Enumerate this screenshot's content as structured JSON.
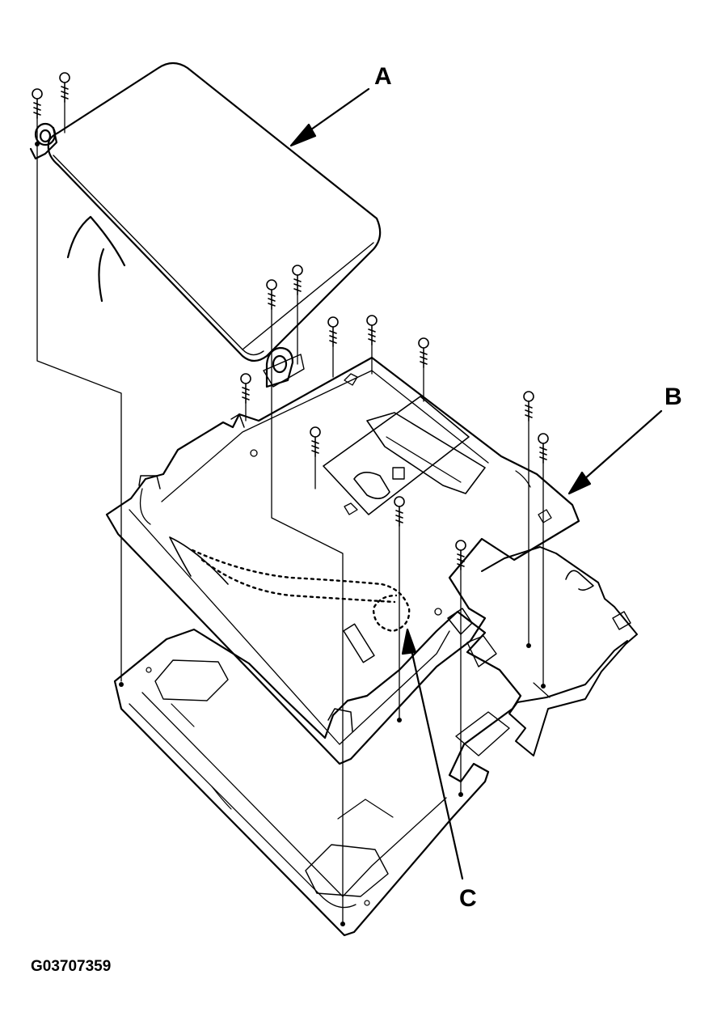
{
  "labels": {
    "a": "A",
    "b": "B",
    "c": "C"
  },
  "figure_code": "G03707359",
  "colors": {
    "line": "#000000",
    "background": "#ffffff"
  }
}
